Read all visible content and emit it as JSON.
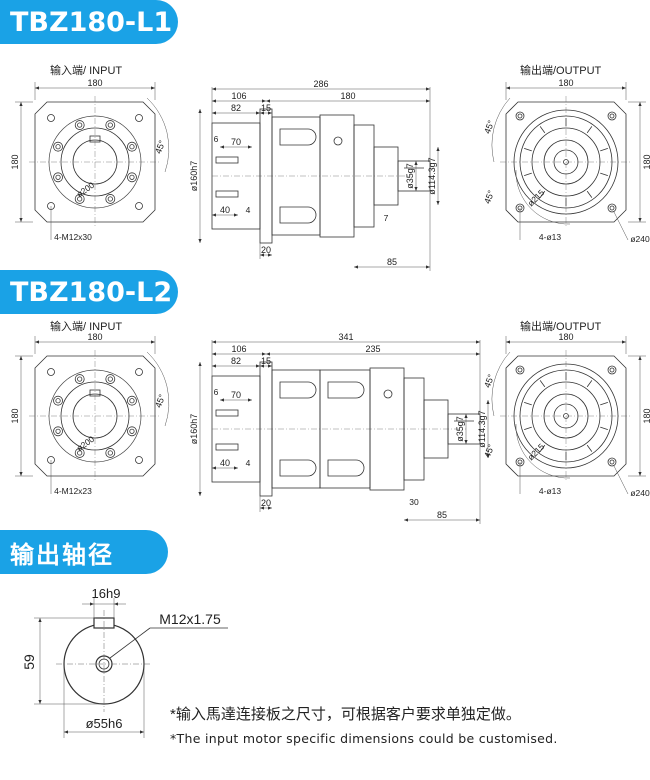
{
  "sections": [
    {
      "title": "TBZ180-L1",
      "input_label": "输入端/ INPUT",
      "output_label": "输出端/OUTPUT",
      "input": {
        "width": "180",
        "height": "180",
        "angle": "45°",
        "pcd": "ø200",
        "bolts": "4-M12x30"
      },
      "side": {
        "overall": "286",
        "d106": "106",
        "d180": "180",
        "d82": "82",
        "d15": "15",
        "d6": "6",
        "d70": "70",
        "d40": "40",
        "d4": "4",
        "d20": "20",
        "d85": "85",
        "d7": "7",
        "d30": "",
        "flange": "ø160h7",
        "shaft": "ø35g7",
        "pilot": "ø114.3g7"
      },
      "output": {
        "width": "180",
        "height": "180",
        "angle1": "45°",
        "angle2": "45°",
        "pcd": "ø215",
        "holes": "4-ø13",
        "outer": "ø240"
      }
    },
    {
      "title": "TBZ180-L2",
      "input_label": "输入端/ INPUT",
      "output_label": "输出端/OUTPUT",
      "input": {
        "width": "180",
        "height": "180",
        "angle": "45°",
        "pcd": "ø200",
        "bolts": "4-M12x23"
      },
      "side": {
        "overall": "341",
        "d106": "106",
        "d180": "235",
        "d82": "82",
        "d15": "15",
        "d6": "6",
        "d70": "70",
        "d40": "40",
        "d4": "4",
        "d20": "20",
        "d85": "85",
        "d7": "",
        "d30": "30",
        "flange": "ø160h7",
        "shaft": "ø35g7",
        "pilot": "ø114.3g7"
      },
      "output": {
        "width": "180",
        "height": "180",
        "angle1": "45°",
        "angle2": "45°",
        "pcd": "ø215",
        "holes": "4-ø13",
        "outer": "ø240"
      }
    }
  ],
  "shaft_section": {
    "title": "输出轴径",
    "key": "16h9",
    "thread": "M12x1.75",
    "height": "59",
    "dia": "ø55h6"
  },
  "notes": {
    "cn": "*输入馬達连接板之尺寸，可根据客户要求单独定做。",
    "en": "*The input motor specific dimensions could be customised."
  }
}
